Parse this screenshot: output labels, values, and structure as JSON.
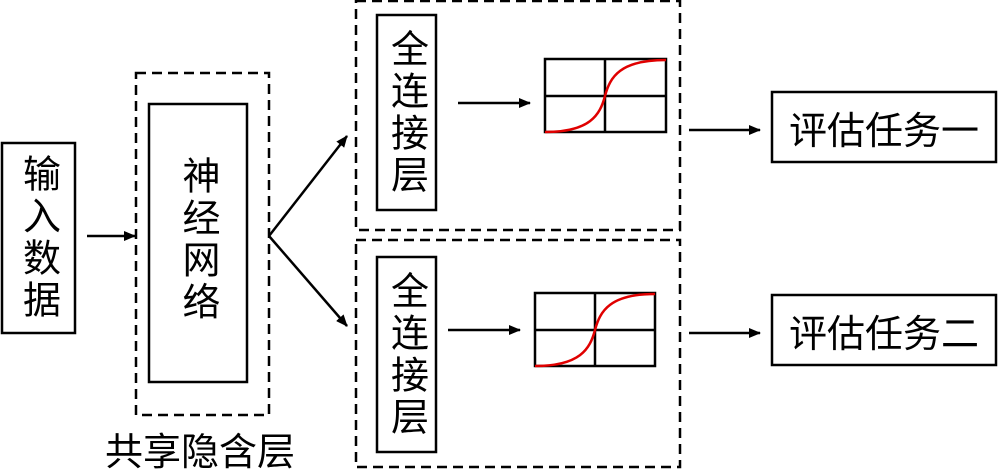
{
  "diagram": {
    "input": {
      "label": "输入数据"
    },
    "shared_layer": {
      "inner_label": "神经网络",
      "caption": "共享隐含层"
    },
    "branches": [
      {
        "fc_label": "全连接层",
        "activation_icon": "sigmoid-curve",
        "task_label": "评估任务一"
      },
      {
        "fc_label": "全连接层",
        "activation_icon": "sigmoid-curve",
        "task_label": "评估任务二"
      }
    ],
    "colors": {
      "stroke": "#000000",
      "curve": "#e00000"
    }
  }
}
